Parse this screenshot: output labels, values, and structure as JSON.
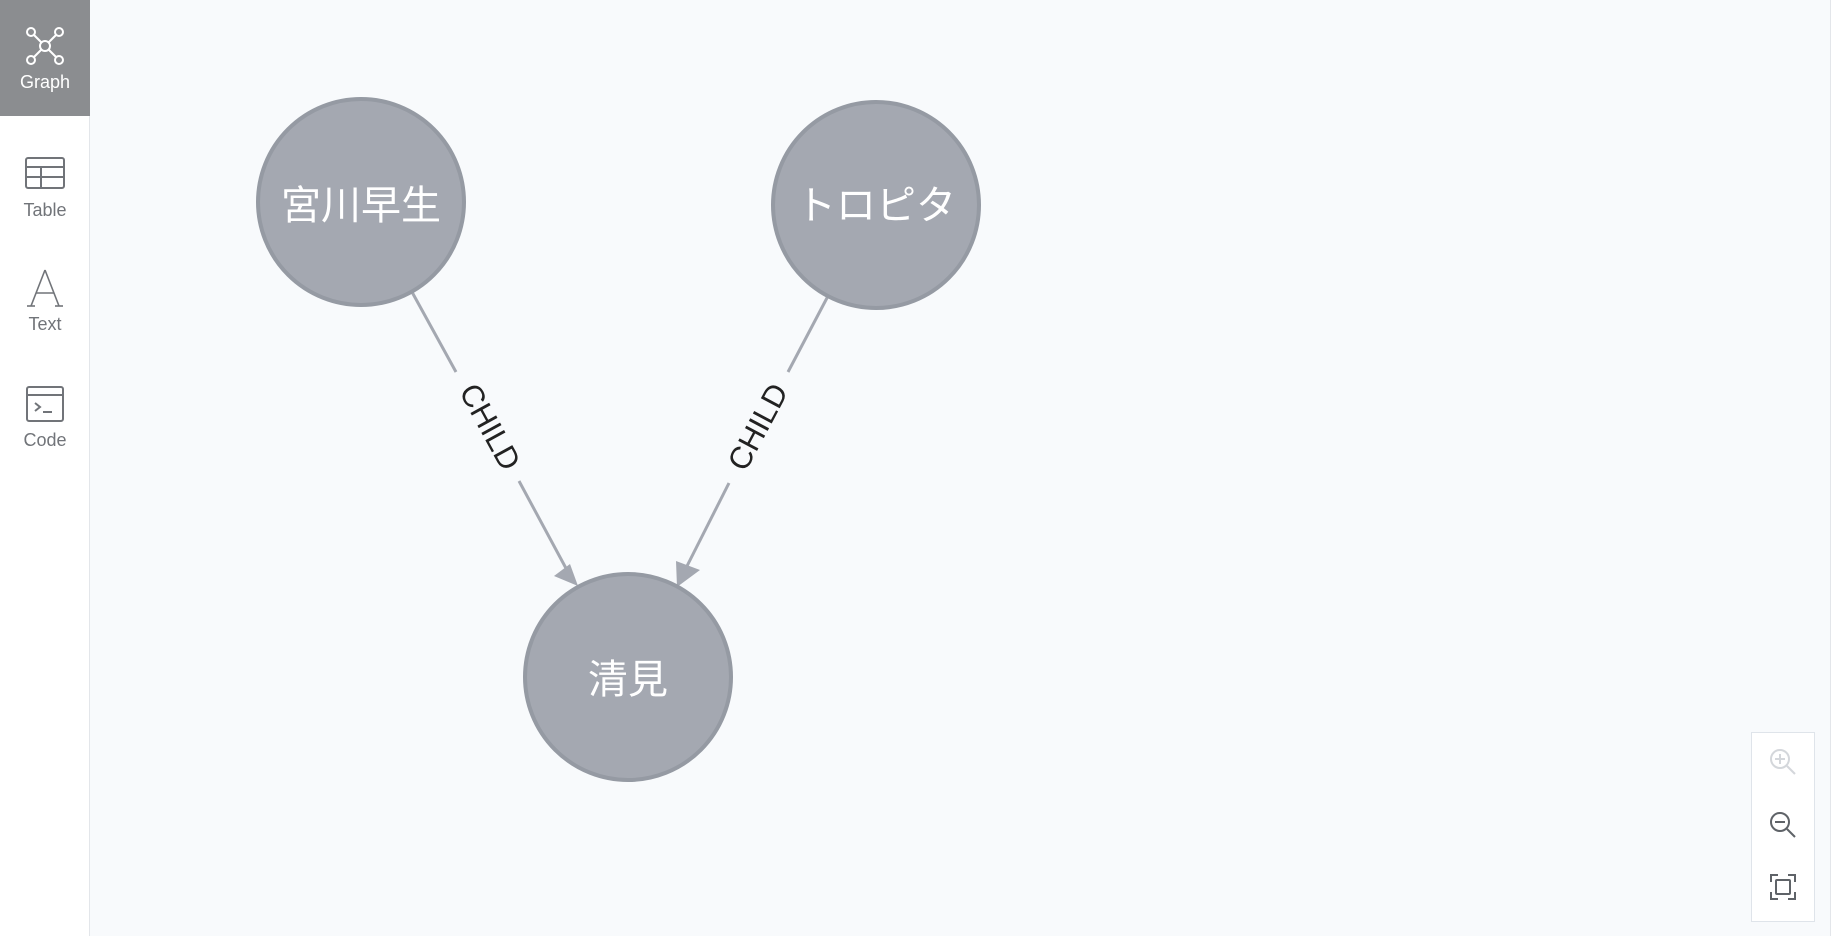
{
  "sidebar": {
    "items": [
      {
        "label": "Graph",
        "icon": "graph-icon",
        "active": true
      },
      {
        "label": "Table",
        "icon": "table-icon",
        "active": false
      },
      {
        "label": "Text",
        "icon": "text-icon",
        "active": false
      },
      {
        "label": "Code",
        "icon": "code-icon",
        "active": false
      }
    ]
  },
  "graph": {
    "nodes": [
      {
        "id": "n1",
        "label": "宮川早生"
      },
      {
        "id": "n2",
        "label": "トロピタ"
      },
      {
        "id": "n3",
        "label": "清見"
      }
    ],
    "relationships": [
      {
        "from": "n1",
        "to": "n3",
        "type": "CHILD"
      },
      {
        "from": "n2",
        "to": "n3",
        "type": "CHILD"
      }
    ],
    "node_color": "#a4a8b1",
    "node_border_color": "#959aa3",
    "edge_color": "#a4a8b1"
  },
  "zoom_controls": {
    "zoom_in_icon": "zoom-in-icon",
    "zoom_out_icon": "zoom-out-icon",
    "fit_icon": "fit-to-screen-icon",
    "zoom_in_enabled": false
  }
}
